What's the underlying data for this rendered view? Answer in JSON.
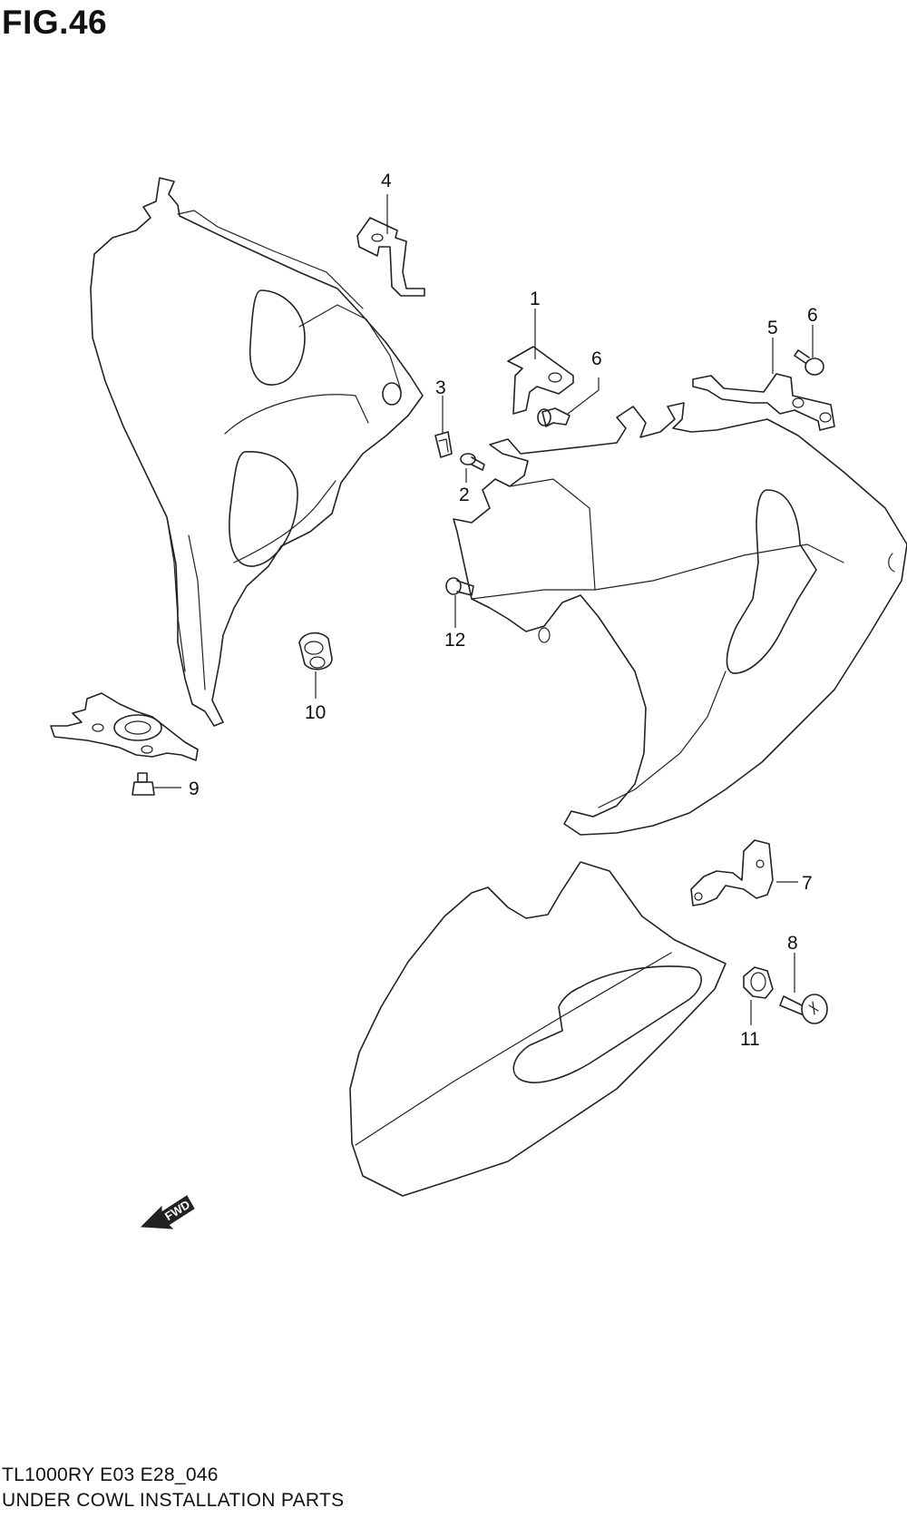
{
  "figure": {
    "title": "FIG.46"
  },
  "footer": {
    "model_code": "TL1000RY E03 E28_046",
    "caption": "UNDER COWL INSTALLATION PARTS"
  },
  "fwd_arrow": {
    "label": "FWD"
  },
  "callouts": [
    {
      "id": "c1",
      "label": "1"
    },
    {
      "id": "c2",
      "label": "2"
    },
    {
      "id": "c3",
      "label": "3"
    },
    {
      "id": "c4",
      "label": "4"
    },
    {
      "id": "c5",
      "label": "5"
    },
    {
      "id": "c6a",
      "label": "6"
    },
    {
      "id": "c6b",
      "label": "6"
    },
    {
      "id": "c7",
      "label": "7"
    },
    {
      "id": "c8",
      "label": "8"
    },
    {
      "id": "c9",
      "label": "9"
    },
    {
      "id": "c10",
      "label": "10"
    },
    {
      "id": "c11",
      "label": "11"
    },
    {
      "id": "c12",
      "label": "12"
    }
  ]
}
